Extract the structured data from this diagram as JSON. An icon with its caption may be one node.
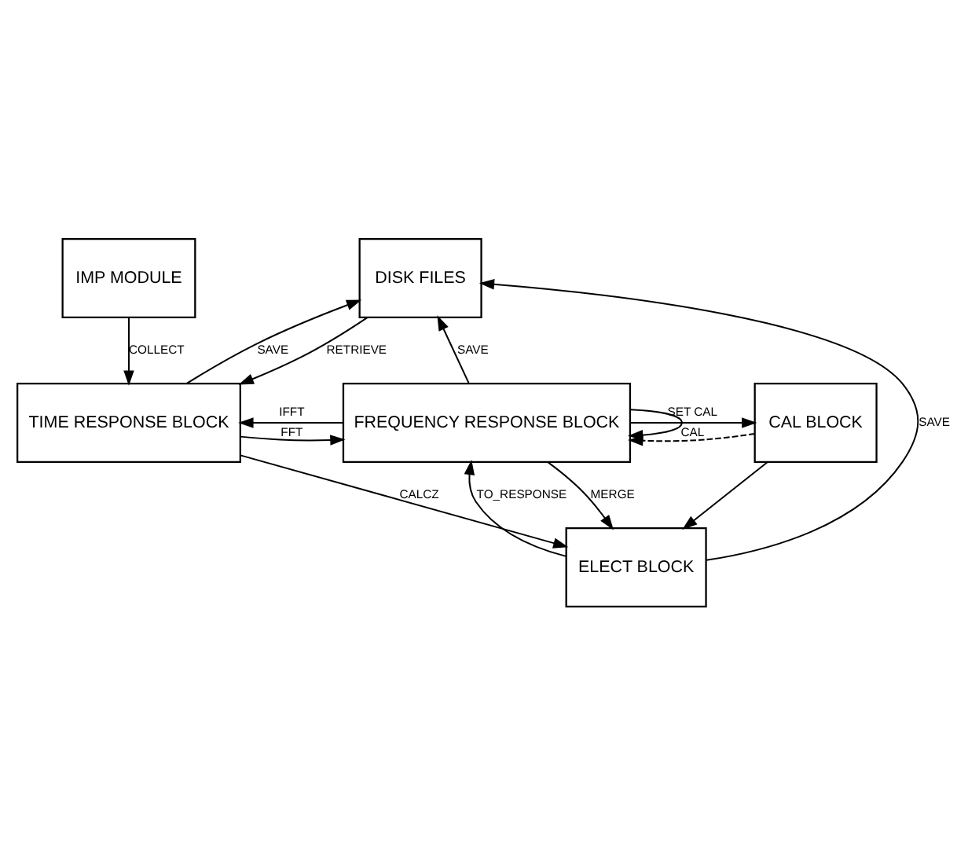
{
  "diagram": {
    "nodes": [
      {
        "text": [
          "IMP MODULE"
        ]
      },
      {
        "text": [
          "DISK FILES"
        ]
      },
      {
        "text": [
          "TIME RESPONSE BLOCK"
        ]
      },
      {
        "text": [
          "FREQUENCY RESPONSE BLOCK"
        ]
      },
      {
        "text": [
          "CAL BLOCK"
        ]
      },
      {
        "text": [
          "ELECT BLOCK"
        ]
      }
    ],
    "edges": [
      {
        "from": 5,
        "to": 1,
        "arrow": "to",
        "label": "SAVE"
      },
      {
        "from": 1,
        "to": 2,
        "arrow": "to",
        "label": "RETRIEVE"
      },
      {
        "from": 2,
        "to": 1,
        "arrow": "to",
        "label": "SAVE"
      },
      {
        "from": 0,
        "to": 2,
        "arrow": "to",
        "label": "COLLECT"
      },
      {
        "from": 2,
        "to": 3,
        "arrow": "to",
        "label": "FFT"
      },
      {
        "from": 3,
        "to": 2,
        "arrow": "to",
        "label": "IFFT"
      },
      {
        "from": 3,
        "to": 1,
        "arrow": "to",
        "label": "SAVE"
      },
      {
        "from": 3,
        "to": 4,
        "arrow": "to",
        "label": "SET CAL"
      },
      {
        "from": 3,
        "to": 3,
        "arrow": "to"
      },
      {
        "from": 4,
        "to": 3,
        "arrow": "to",
        "label": "CAL",
        "style": "dashed"
      },
      {
        "from": 2,
        "to": 5,
        "arrow": "to",
        "label": "CALCZ"
      },
      {
        "from": 4,
        "to": 5,
        "arrow": "to"
      },
      {
        "from": 3,
        "to": 5,
        "arrow": "to",
        "label": "MERGE"
      },
      {
        "from": 5,
        "to": 3,
        "arrow": "to",
        "label": "TO_RESPONSE"
      }
    ]
  }
}
